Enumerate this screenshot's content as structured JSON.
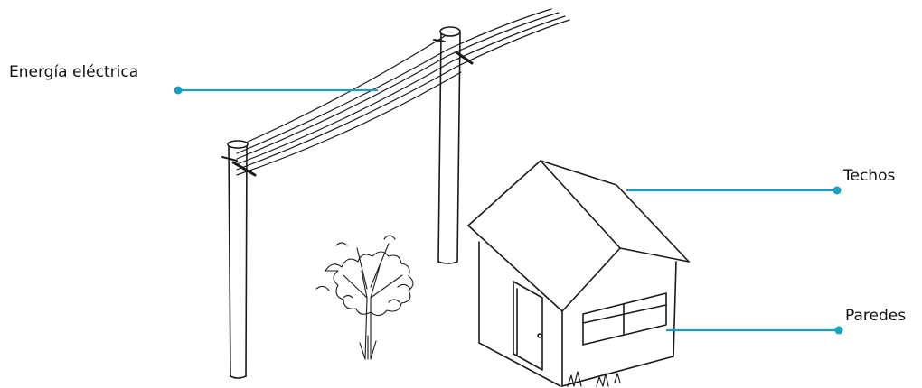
{
  "labels": {
    "energia": "Energía eléctrica",
    "techos": "Techos",
    "paredes": "Paredes"
  },
  "colors": {
    "leader_line": "#1aa0bf",
    "sketch_ink": "#1a1a1a"
  },
  "icons": [
    "power-pole-icon",
    "tree-icon",
    "house-icon"
  ]
}
